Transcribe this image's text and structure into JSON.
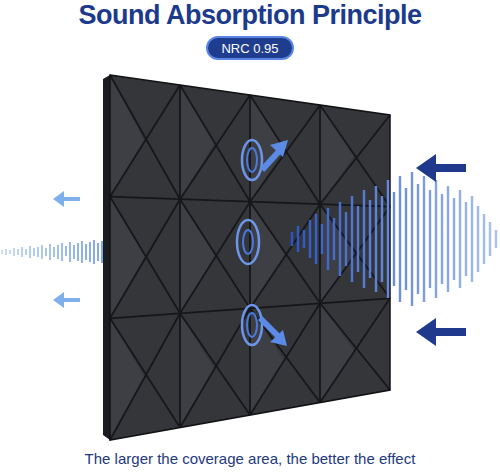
{
  "diagram": {
    "title": "Sound Absorption Principle",
    "caption": "The larger the coverage area, the better the effect",
    "nodes": [
      {
        "text": [
          "NRC 0.95"
        ]
      }
    ]
  }
}
